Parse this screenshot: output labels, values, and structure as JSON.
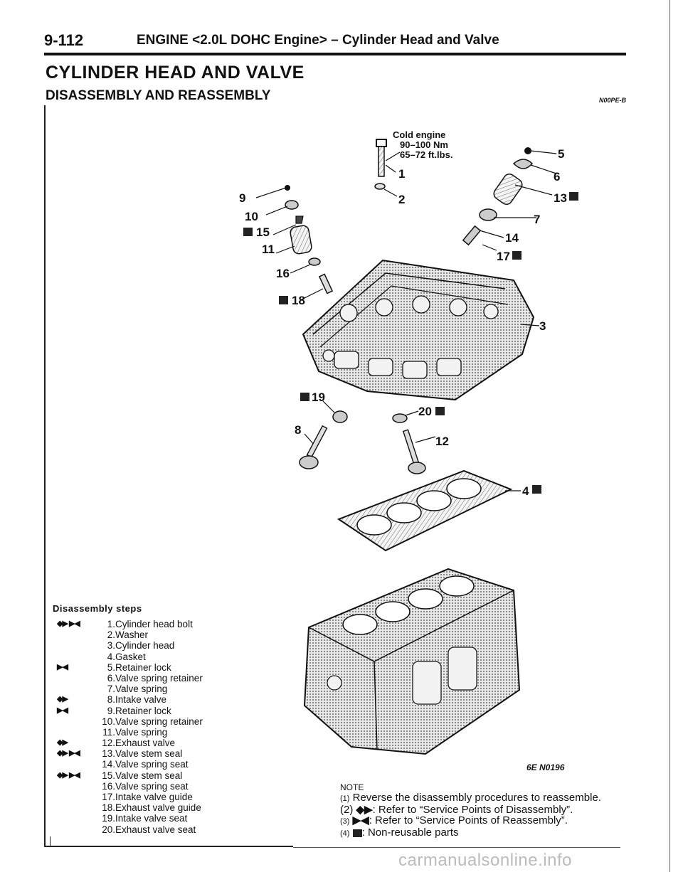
{
  "header": {
    "page": "9-112",
    "title": "ENGINE <2.0L DOHC Engine> – Cylinder Head and Valve"
  },
  "heading": "CYLINDER HEAD AND VALVE",
  "subheading": "DISASSEMBLY AND REASSEMBLY",
  "section_code": "N00PE-B",
  "torque": {
    "line1": "Cold engine",
    "line2": "90–100 Nm",
    "line3": "65–72 ft.lbs."
  },
  "callouts": {
    "c1": "1",
    "c2": "2",
    "c3": "3",
    "c4": "4",
    "c5": "5",
    "c6": "6",
    "c7": "7",
    "c8": "8",
    "c9": "9",
    "c10": "10",
    "c11": "11",
    "c12": "12",
    "c13": "13",
    "c14": "14",
    "c15": "15",
    "c16": "16",
    "c17": "17",
    "c18": "18",
    "c19": "19",
    "c20": "20"
  },
  "steps_title": "Disassembly steps",
  "steps": [
    {
      "sym": "◆▶ ▶◀",
      "num": "1.",
      "text": "Cylinder head bolt"
    },
    {
      "sym": "",
      "num": "2.",
      "text": "Washer"
    },
    {
      "sym": "",
      "num": "3.",
      "text": "Cylinder head"
    },
    {
      "sym": "",
      "num": "4.",
      "text": "Gasket"
    },
    {
      "sym": "▶◀",
      "num": "5.",
      "text": "Retainer lock"
    },
    {
      "sym": "",
      "num": "6.",
      "text": "Valve spring retainer"
    },
    {
      "sym": "",
      "num": "7.",
      "text": "Valve spring"
    },
    {
      "sym": "◆▶",
      "num": "8.",
      "text": "Intake valve"
    },
    {
      "sym": "▶◀",
      "num": "9.",
      "text": "Retainer lock"
    },
    {
      "sym": "",
      "num": "10.",
      "text": "Valve spring retainer"
    },
    {
      "sym": "",
      "num": "11.",
      "text": "Valve spring"
    },
    {
      "sym": "◆▶",
      "num": "12.",
      "text": "Exhaust valve"
    },
    {
      "sym": "◆▶ ▶◀",
      "num": "13.",
      "text": "Valve stem seal"
    },
    {
      "sym": "",
      "num": "14.",
      "text": "Valve spring seat"
    },
    {
      "sym": "◆▶ ▶◀",
      "num": "15.",
      "text": "Valve stem seal"
    },
    {
      "sym": "",
      "num": "16.",
      "text": "Valve spring seat"
    },
    {
      "sym": "",
      "num": "17.",
      "text": "Intake valve guide"
    },
    {
      "sym": "",
      "num": "18.",
      "text": "Exhaust valve guide"
    },
    {
      "sym": "",
      "num": "19.",
      "text": "Intake valve seat"
    },
    {
      "sym": "",
      "num": "20.",
      "text": "Exhaust valve seat"
    }
  ],
  "part_number": "6E N0196",
  "note": {
    "title": "NOTE",
    "n1_num": "(1)",
    "n1_text": "Reverse the disassembly procedures to reassemble.",
    "n2_num": "(2)",
    "n2_sym": "◆▶",
    "n2_text": ": Refer to “Service Points of Disassembly”.",
    "n3_num": "(3)",
    "n3_sym": "▶◀",
    "n3_text": ": Refer to “Service Points of Reassembly”.",
    "n4_num": "(4)",
    "n4_text": ": Non-reusable parts"
  },
  "footer": "carmanualsonline.info"
}
